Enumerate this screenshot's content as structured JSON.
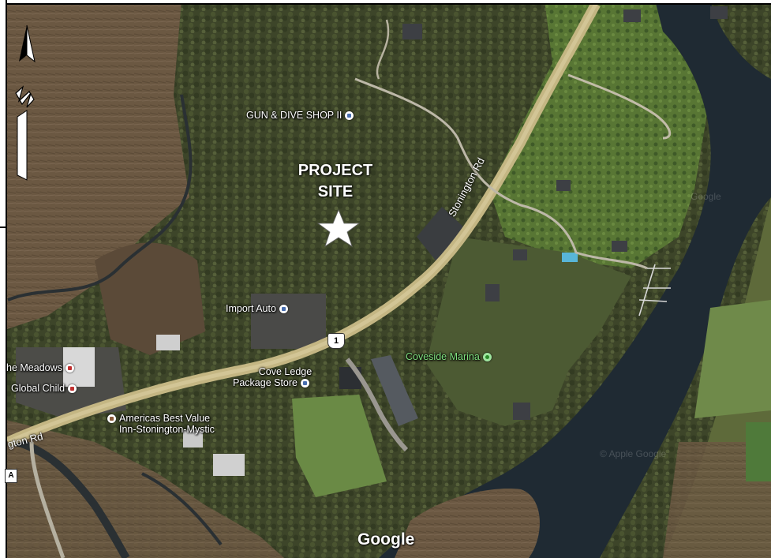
{
  "site": {
    "line1": "PROJECT",
    "line2": "SITE"
  },
  "places": {
    "gun_dive": "GUN & DIVE SHOP II",
    "import_auto": "Import Auto",
    "cove_ledge_1": "Cove Ledge",
    "cove_ledge_2": "Package Store",
    "coveside": "Coveside Marina",
    "meadows": "he Meadows",
    "global_child": "Global Child",
    "americas_1": "Americas Best Value",
    "americas_2": "Inn-Stonington-Mystic"
  },
  "roads": {
    "stonington_ne": "Stonington Rd",
    "stonington_sw": "gton Rd",
    "route_1": "1",
    "route_a": "A"
  },
  "brand": "Google",
  "watermarks": {
    "w1": "Google",
    "w2": "© Apple Google"
  },
  "colors": {
    "water": "#1f2a33",
    "forest": "#3c4628",
    "marsh": "#6a5640",
    "road": "#c7b98a",
    "lawn": "#5d7a3a"
  },
  "icons": {
    "north_arrow": "north-arrow-icon",
    "site_star": "star-icon"
  }
}
